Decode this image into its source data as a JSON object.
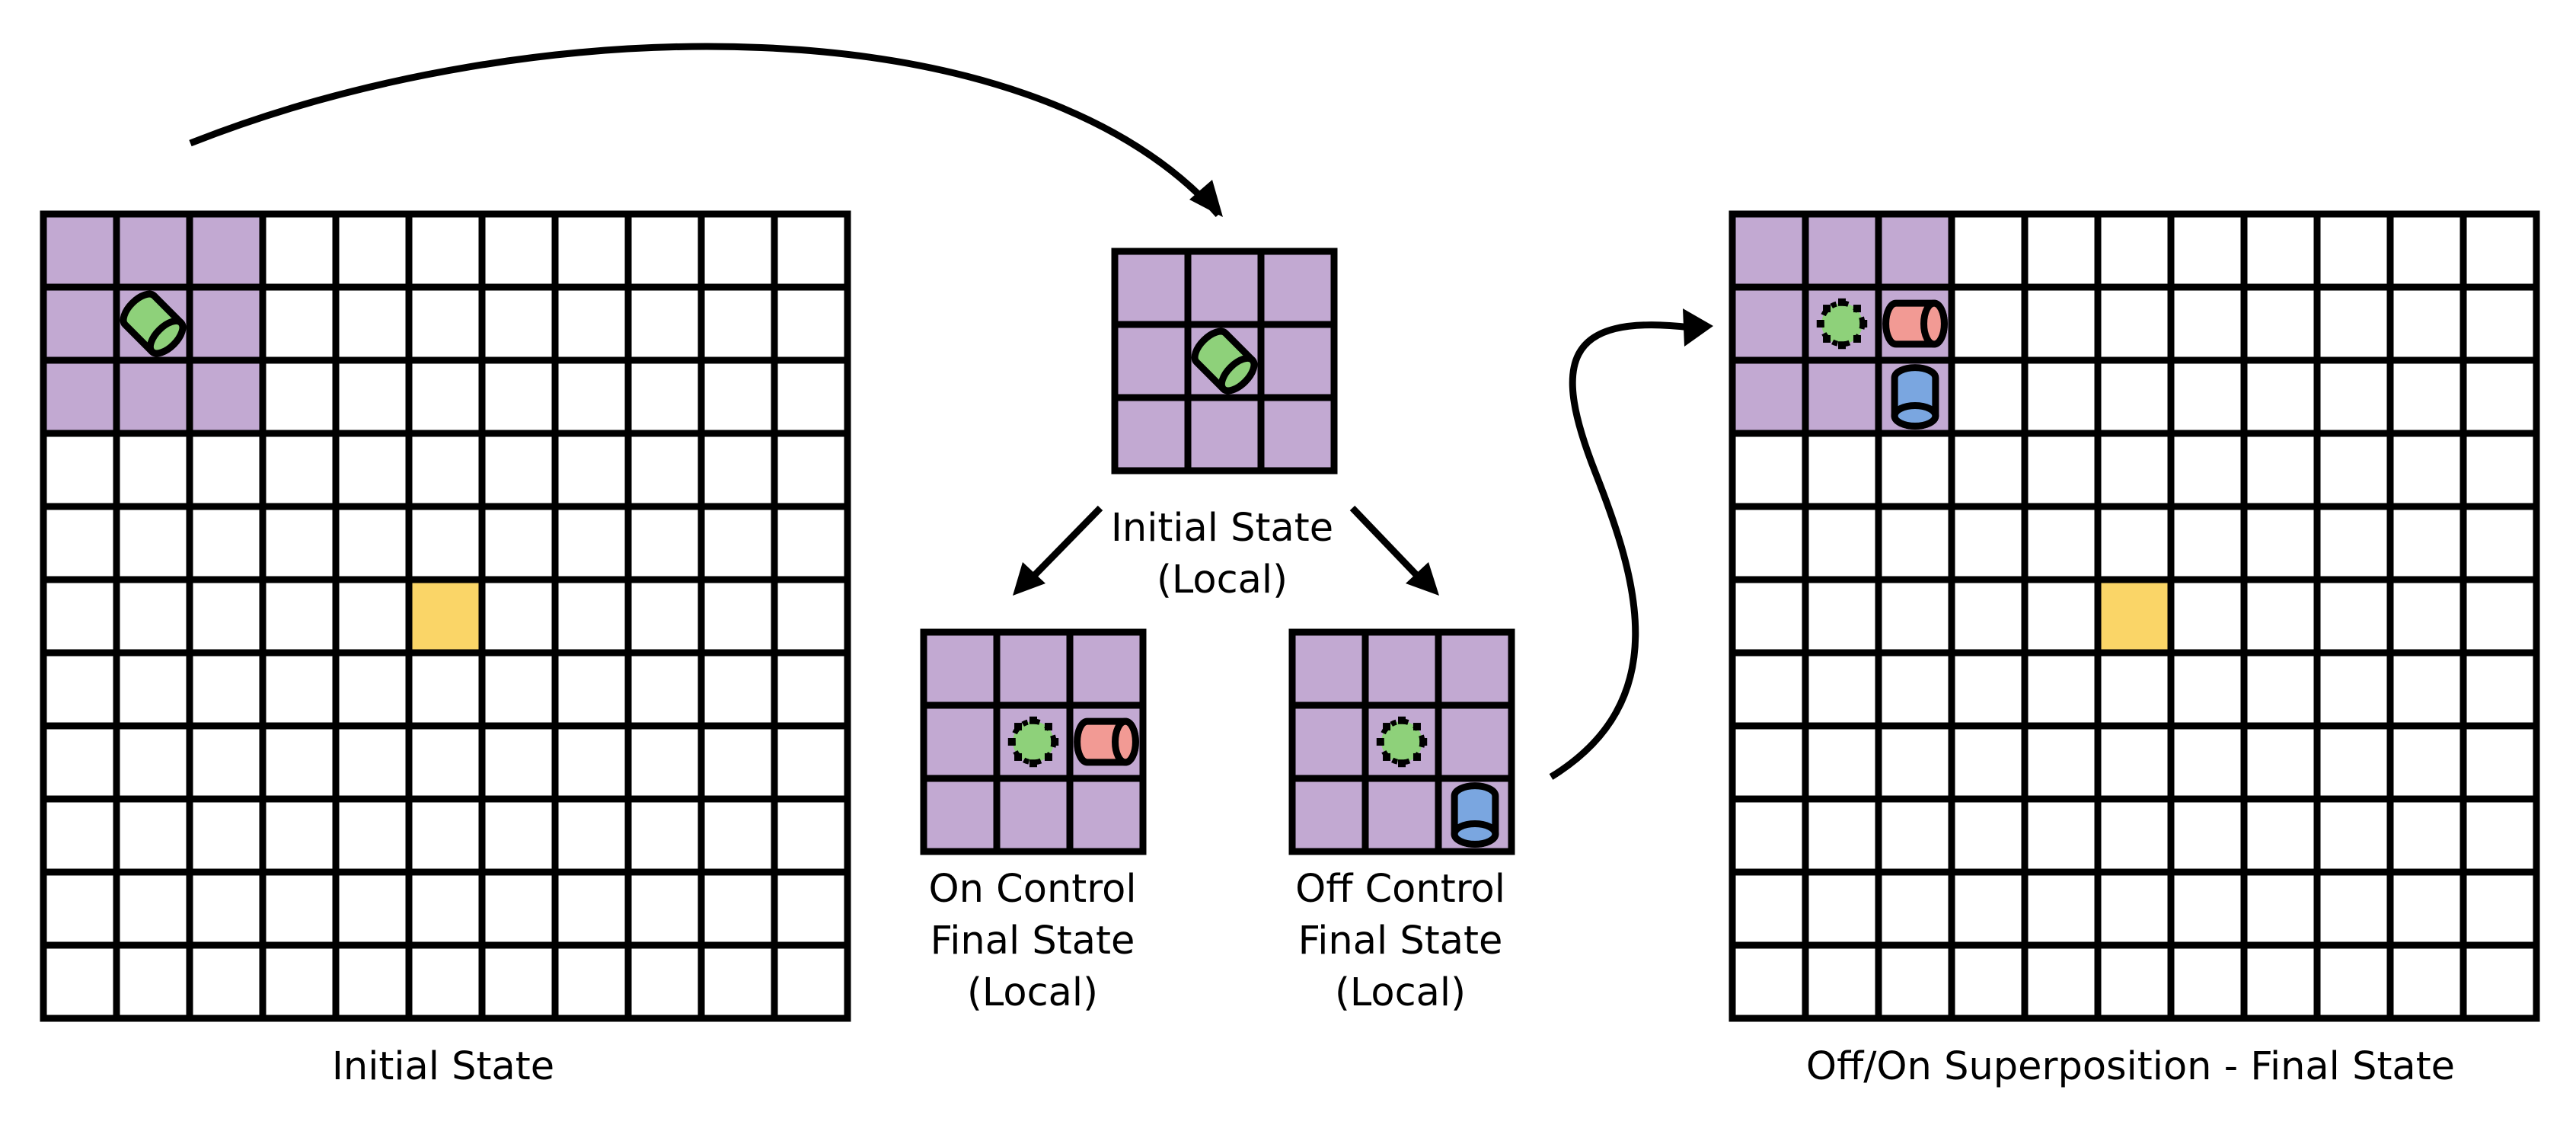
{
  "labels": {
    "initial_state": "Initial State",
    "local_initial": [
      "Initial State",
      "(Local)"
    ],
    "on_control": [
      "On Control",
      "Final State",
      "(Local)"
    ],
    "off_control": [
      "Off Control",
      "Final State",
      "(Local)"
    ],
    "superposition": "Off/On Superposition - Final State"
  },
  "colors": {
    "grid_line": "#000000",
    "cell_empty": "#ffffff",
    "local_region": "#c2a9d2",
    "goal_cell": "#fad567",
    "agent_green": "#8ed17a",
    "agent_red": "#f29a94",
    "agent_blue": "#7aa6e0",
    "marker_green": "#8ed17a"
  },
  "icons": {
    "agent": "cylinder-agent-icon",
    "marker": "dotted-burst-marker-icon"
  },
  "grids": [
    {
      "id": "initial-grid",
      "rows": 11,
      "cols": 11,
      "purple_cells": [
        [
          0,
          0
        ],
        [
          0,
          1
        ],
        [
          0,
          2
        ],
        [
          1,
          0
        ],
        [
          1,
          1
        ],
        [
          1,
          2
        ],
        [
          2,
          0
        ],
        [
          2,
          1
        ],
        [
          2,
          2
        ]
      ],
      "yellow_cells": [
        [
          5,
          5
        ]
      ],
      "agents": [
        {
          "row": 1,
          "col": 1,
          "color": "green",
          "facing": "down-right"
        }
      ],
      "markers": []
    },
    {
      "id": "local-initial-grid",
      "rows": 3,
      "cols": 3,
      "purple_cells": "all",
      "yellow_cells": [],
      "agents": [
        {
          "row": 1,
          "col": 1,
          "color": "green",
          "facing": "down-right"
        }
      ],
      "markers": []
    },
    {
      "id": "on-control-grid",
      "rows": 3,
      "cols": 3,
      "purple_cells": "all",
      "yellow_cells": [],
      "agents": [
        {
          "row": 1,
          "col": 2,
          "color": "red",
          "facing": "right"
        }
      ],
      "markers": [
        {
          "row": 1,
          "col": 1
        }
      ]
    },
    {
      "id": "off-control-grid",
      "rows": 3,
      "cols": 3,
      "purple_cells": "all",
      "yellow_cells": [],
      "agents": [
        {
          "row": 2,
          "col": 2,
          "color": "blue",
          "facing": "down"
        }
      ],
      "markers": [
        {
          "row": 1,
          "col": 1
        }
      ]
    },
    {
      "id": "superposition-grid",
      "rows": 11,
      "cols": 11,
      "purple_cells": [
        [
          0,
          0
        ],
        [
          0,
          1
        ],
        [
          0,
          2
        ],
        [
          1,
          0
        ],
        [
          1,
          1
        ],
        [
          1,
          2
        ],
        [
          2,
          0
        ],
        [
          2,
          1
        ],
        [
          2,
          2
        ]
      ],
      "yellow_cells": [
        [
          5,
          5
        ]
      ],
      "agents": [
        {
          "row": 1,
          "col": 2,
          "color": "red",
          "facing": "right"
        },
        {
          "row": 2,
          "col": 2,
          "color": "blue",
          "facing": "down"
        }
      ],
      "markers": [
        {
          "row": 1,
          "col": 1
        }
      ]
    }
  ]
}
